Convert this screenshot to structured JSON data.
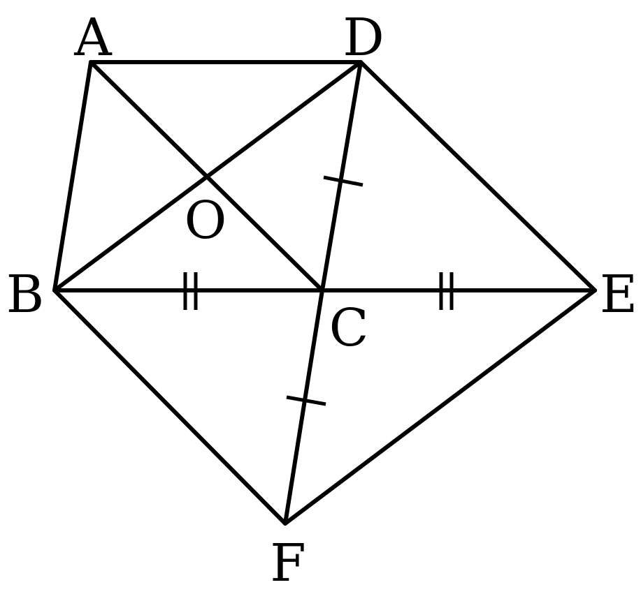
{
  "points": {
    "A": {
      "label": "A"
    },
    "D": {
      "label": "D"
    },
    "O": {
      "label": "O"
    },
    "B": {
      "label": "B"
    },
    "C": {
      "label": "C"
    },
    "E": {
      "label": "E"
    },
    "F": {
      "label": "F"
    }
  },
  "segments": [
    "AD",
    "AB",
    "AC",
    "BD",
    "DC",
    "CF",
    "DE",
    "BC",
    "CE",
    "BF",
    "EF"
  ],
  "equal_length_marks": [
    {
      "segments": [
        "DC",
        "CF"
      ],
      "marks": 1
    },
    {
      "segments": [
        "BC",
        "CE"
      ],
      "marks": 2
    }
  ]
}
